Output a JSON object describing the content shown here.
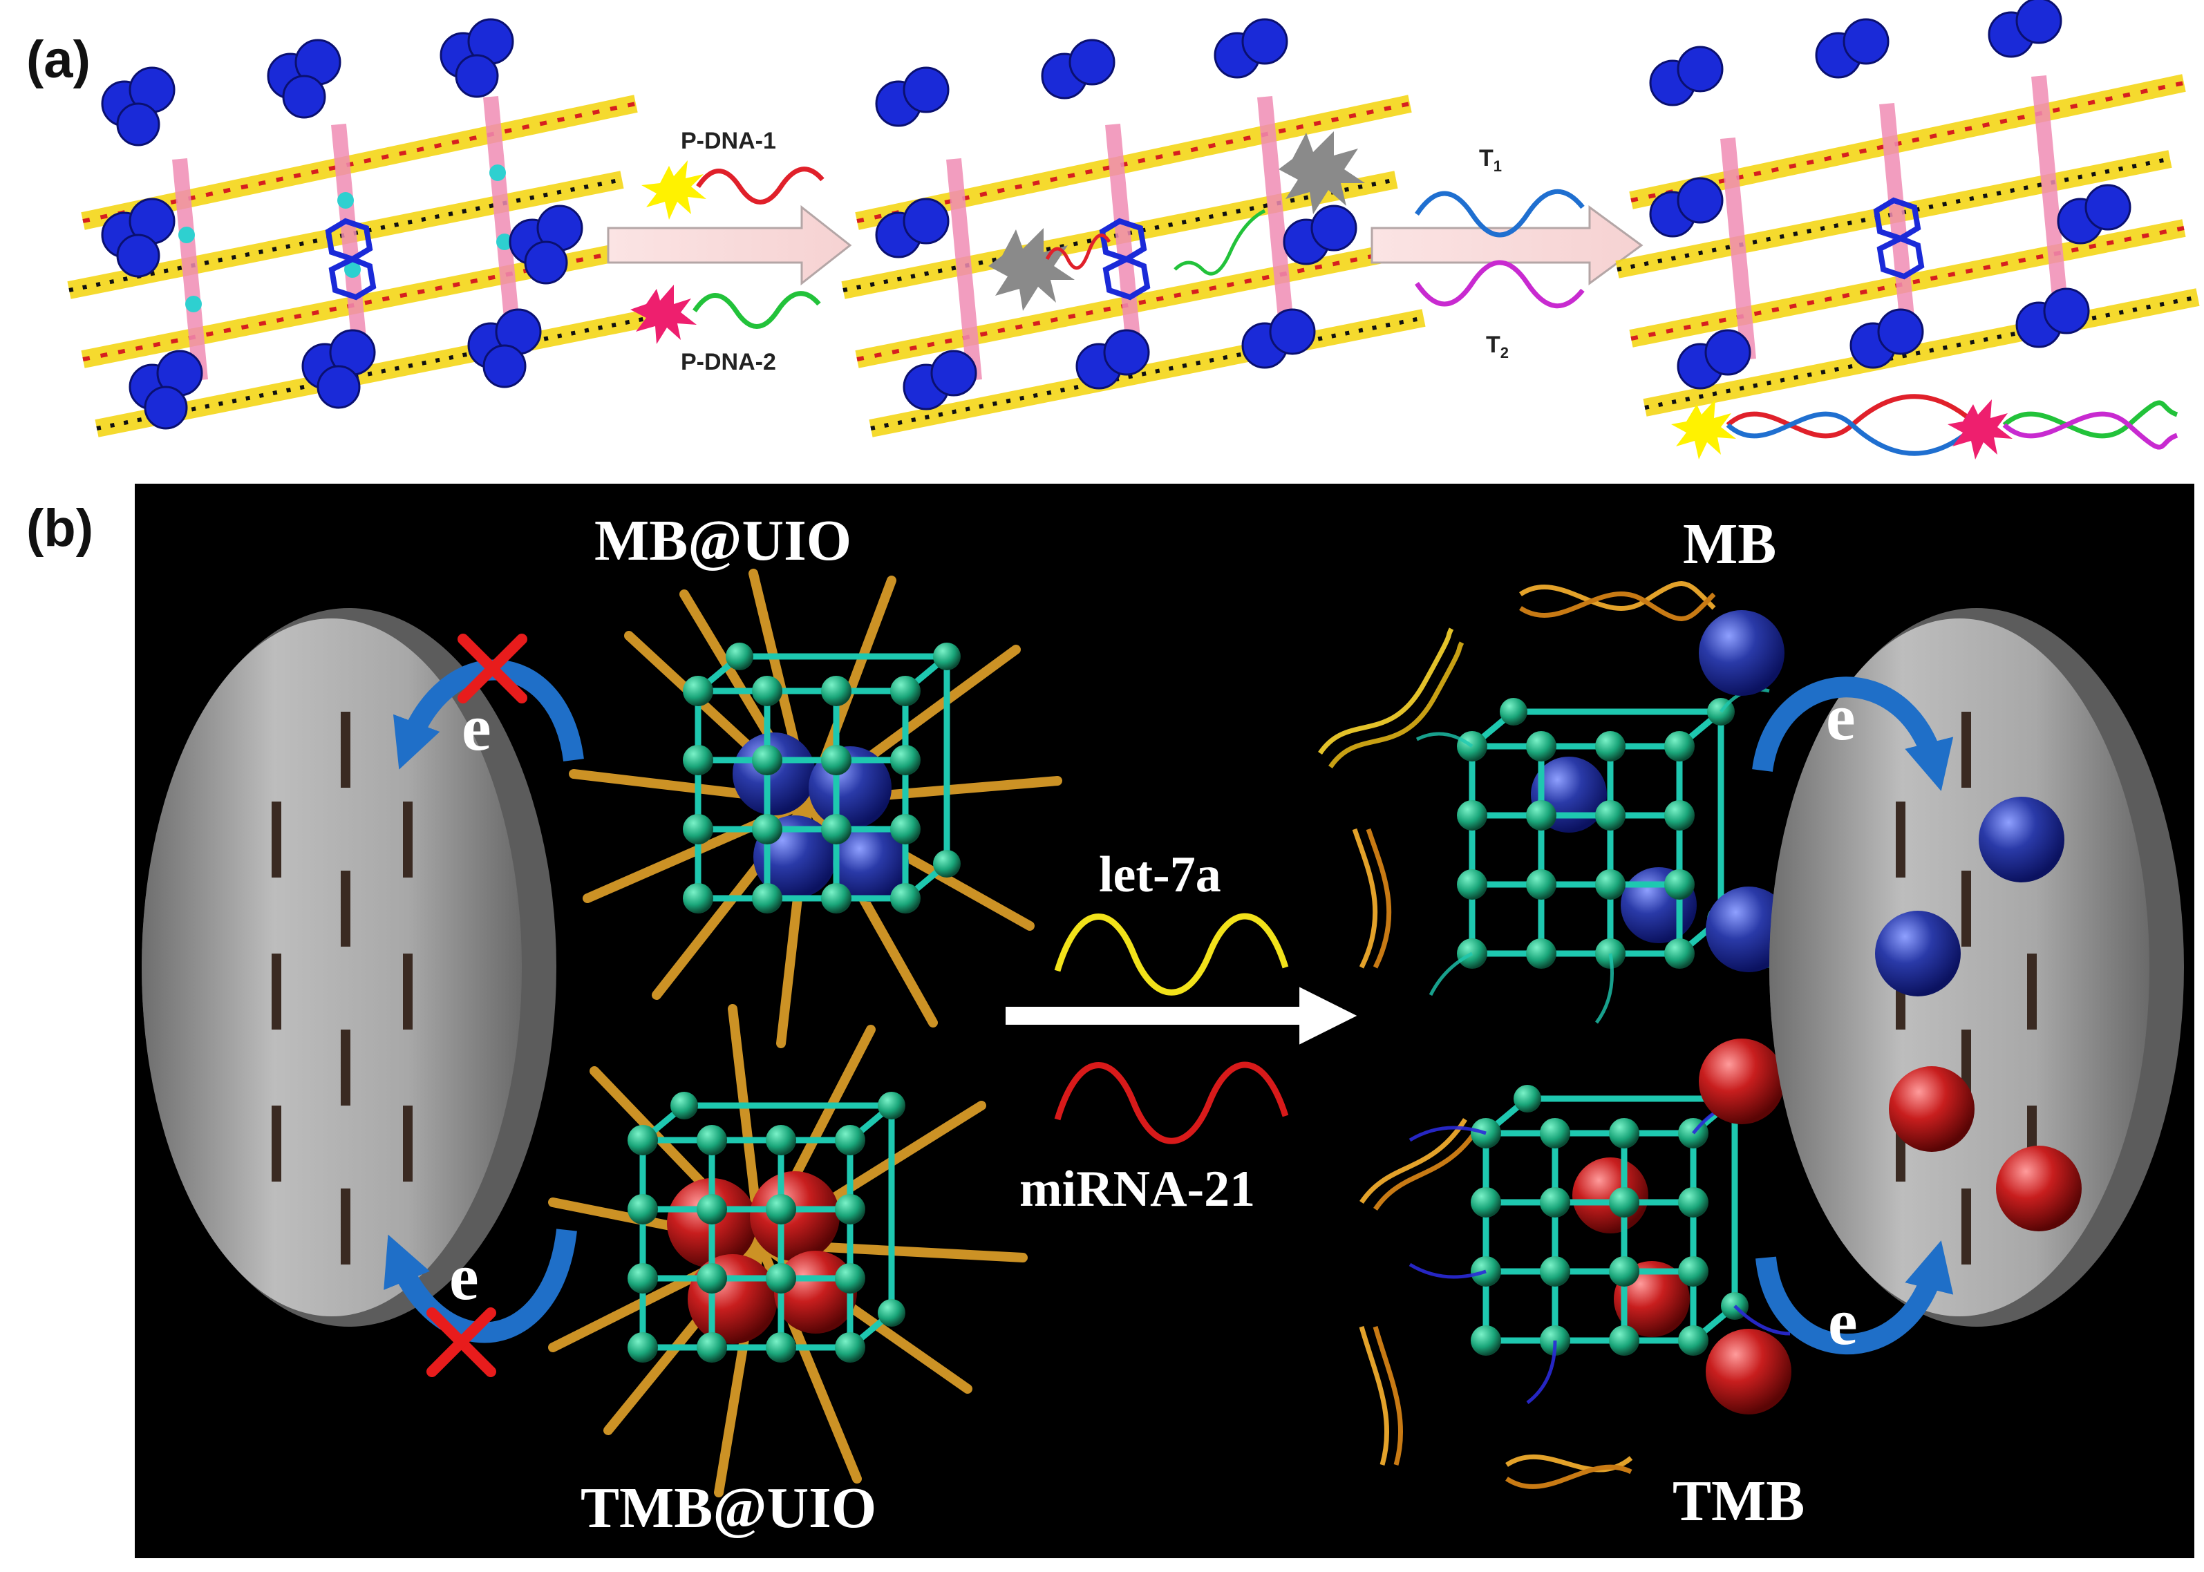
{
  "panel_a": {
    "label": "(a)",
    "probe1": "P-DNA-1",
    "probe2": "P-DNA-2",
    "target1": "T",
    "target1_sub": "1",
    "target2": "T",
    "target2_sub": "2"
  },
  "panel_b": {
    "label": "(b)",
    "mb_uio": "MB@UIO",
    "tmb_uio": "TMB@UIO",
    "let7a": "let-7a",
    "mirna21": "miRNA-21",
    "mb": "MB",
    "tmb": "TMB",
    "electron": "e"
  },
  "colors": {
    "probe1_strand": "#e0202a",
    "probe2_strand": "#22c23a",
    "target1_strand": "#1f6fd0",
    "target2_strand": "#c82ad0",
    "let7a_strand": "#f2e21a",
    "mirna21_strand": "#d81a1a",
    "mb_sphere": "#2a3aa8",
    "tmb_sphere": "#c81e1e",
    "framework_node": "#1aa67a",
    "fret_yellow": "#fff200",
    "fret_pink": "#ee1f6e",
    "quencher_gray": "#8a8a8a",
    "electron_arrow": "#1f6fc8",
    "block_cross": "#e81c1c"
  }
}
